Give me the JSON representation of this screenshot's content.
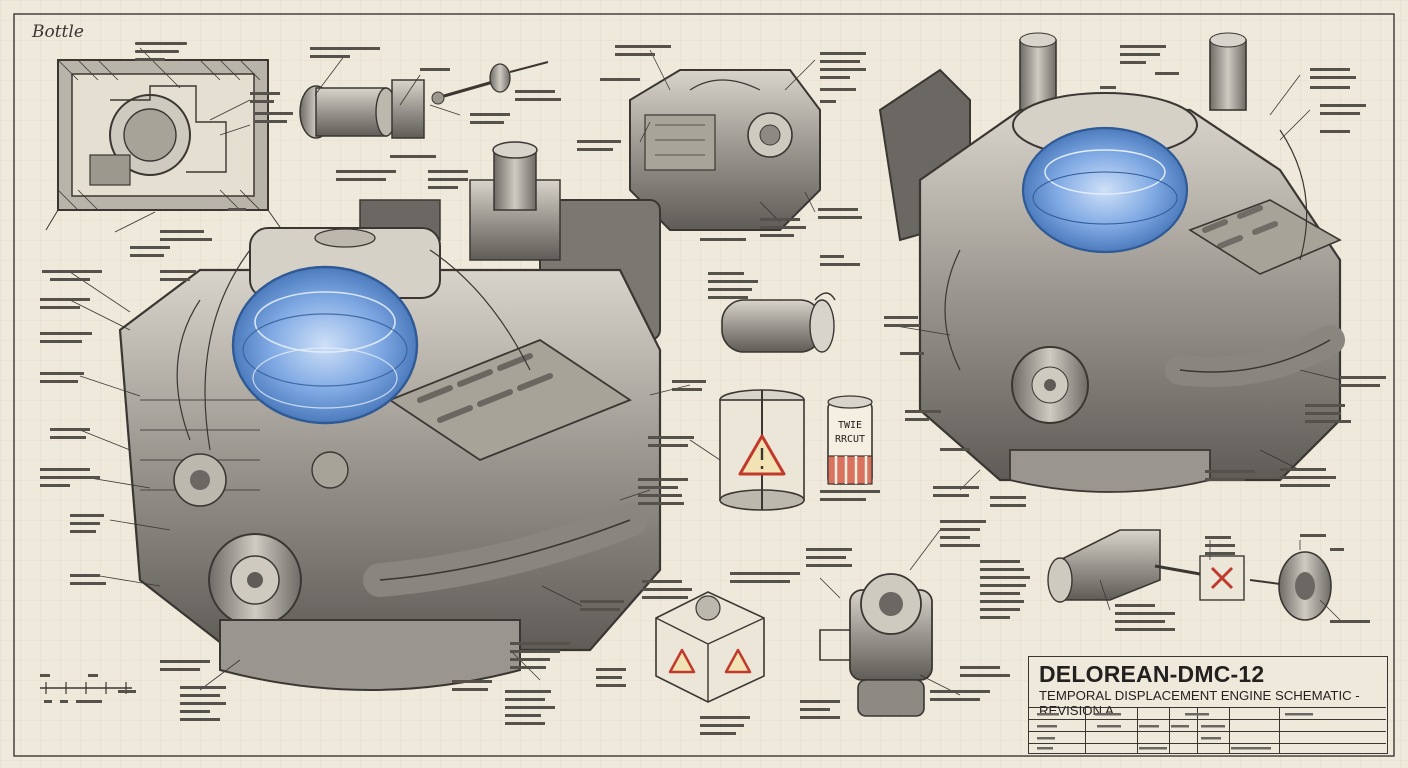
{
  "sheet": {
    "corner_mark": "Bottle"
  },
  "title_block": {
    "title": "DELOREAN-DMC-12",
    "subtitle": "TEMPORAL DISPLACEMENT ENGINE SCHEMATIC - REVISION A"
  },
  "parts": {
    "warning_canister_label": "TWIE\nRRCUT"
  },
  "colors": {
    "paper": "#efe9dc",
    "ink": "#3a3733",
    "metal": "#8d8a84",
    "metal_dark": "#55524c",
    "metal_light": "#c9c5bc",
    "glow_blue": "#6f9fe0",
    "warning_red": "#c0392b",
    "warning_yellow": "#f2e3b5"
  }
}
